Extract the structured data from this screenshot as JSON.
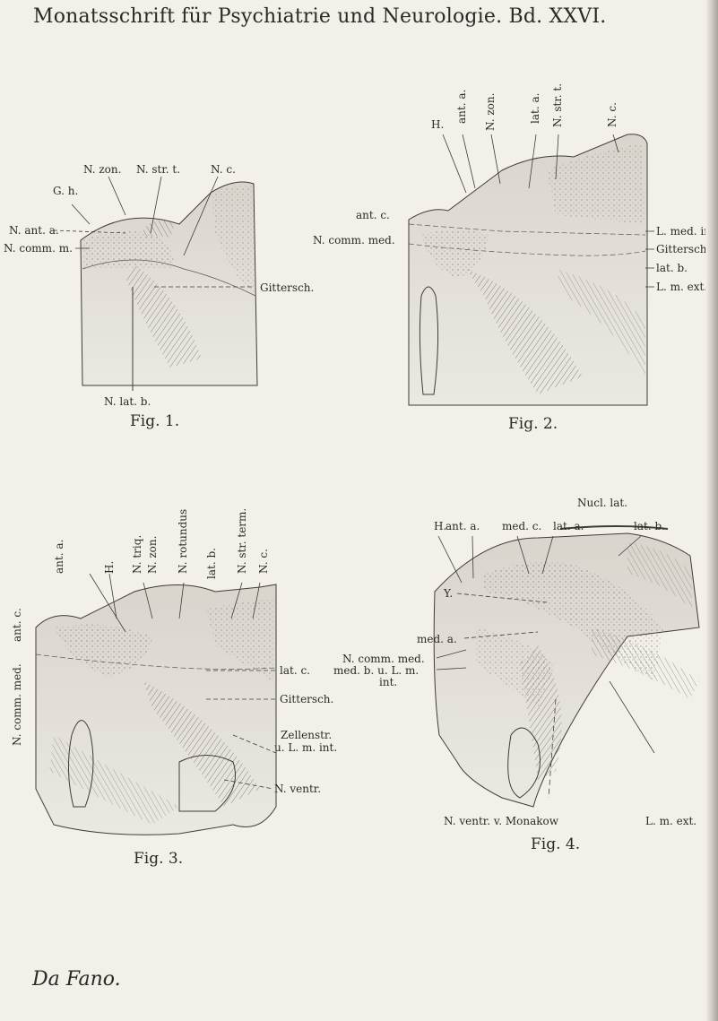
{
  "header": {
    "title": "Monatsschrift für Psychiatrie und Neurologie. Bd. XXVI."
  },
  "author": "Da Fano.",
  "figures": [
    {
      "caption": "Fig. 1.",
      "labels": {
        "n_zon": "N. zon.",
        "n_str_t": "N. str. t.",
        "n_c": "N. c.",
        "g_h": "G. h.",
        "n_ant_a": "N. ant. a.",
        "n_comm_m": "N. comm. m.",
        "gittersch": "Gittersch.",
        "n_lat_b": "N. lat. b."
      }
    },
    {
      "caption": "Fig. 2.",
      "labels": {
        "h": "H.",
        "ant_a": "ant. a.",
        "n_zon": "N. zon.",
        "lat_a": "lat. a.",
        "n_str_t": "N. str. t.",
        "n_c": "N. c.",
        "ant_c": "ant. c.",
        "n_comm_med": "N. comm. med.",
        "l_med_int": "L. med. int.",
        "gittersch": "Gittersch.",
        "lat_b": "lat. b.",
        "l_m_ext": "L. m. ext."
      }
    },
    {
      "caption": "Fig. 3.",
      "labels": {
        "ant_c": "ant. c.",
        "n_comm_med": "N. comm. med.",
        "ant_a": "ant. a.",
        "h": "H.",
        "n_triq": "N. triq.",
        "n_zon": "N. zon.",
        "n_rotundus": "N. rotundus",
        "lat_b": "lat. b.",
        "n_str_term": "N. str. term.",
        "n_c": "N. c.",
        "lat_c": "lat. c.",
        "gittersch": "Gittersch.",
        "zellenstr_1": "Zellenstr.",
        "zellenstr_2": "u. L. m. int.",
        "n_ventr": "N. ventr."
      }
    },
    {
      "caption": "Fig. 4.",
      "labels": {
        "nucl_lat": "Nucl. lat.",
        "h": "H.",
        "ant_a": "ant. a.",
        "med_c": "med. c.",
        "lat_a": "lat. a.",
        "lat_b": "lat. b.",
        "y": "Y.",
        "med_a": "med. a.",
        "n_comm_med": "N. comm. med.",
        "med_b_1": "med. b. u. L. m.",
        "med_b_2": "int.",
        "n_ventr": "N. ventr. v. Monakow",
        "l_m_ext": "L. m. ext."
      }
    }
  ]
}
